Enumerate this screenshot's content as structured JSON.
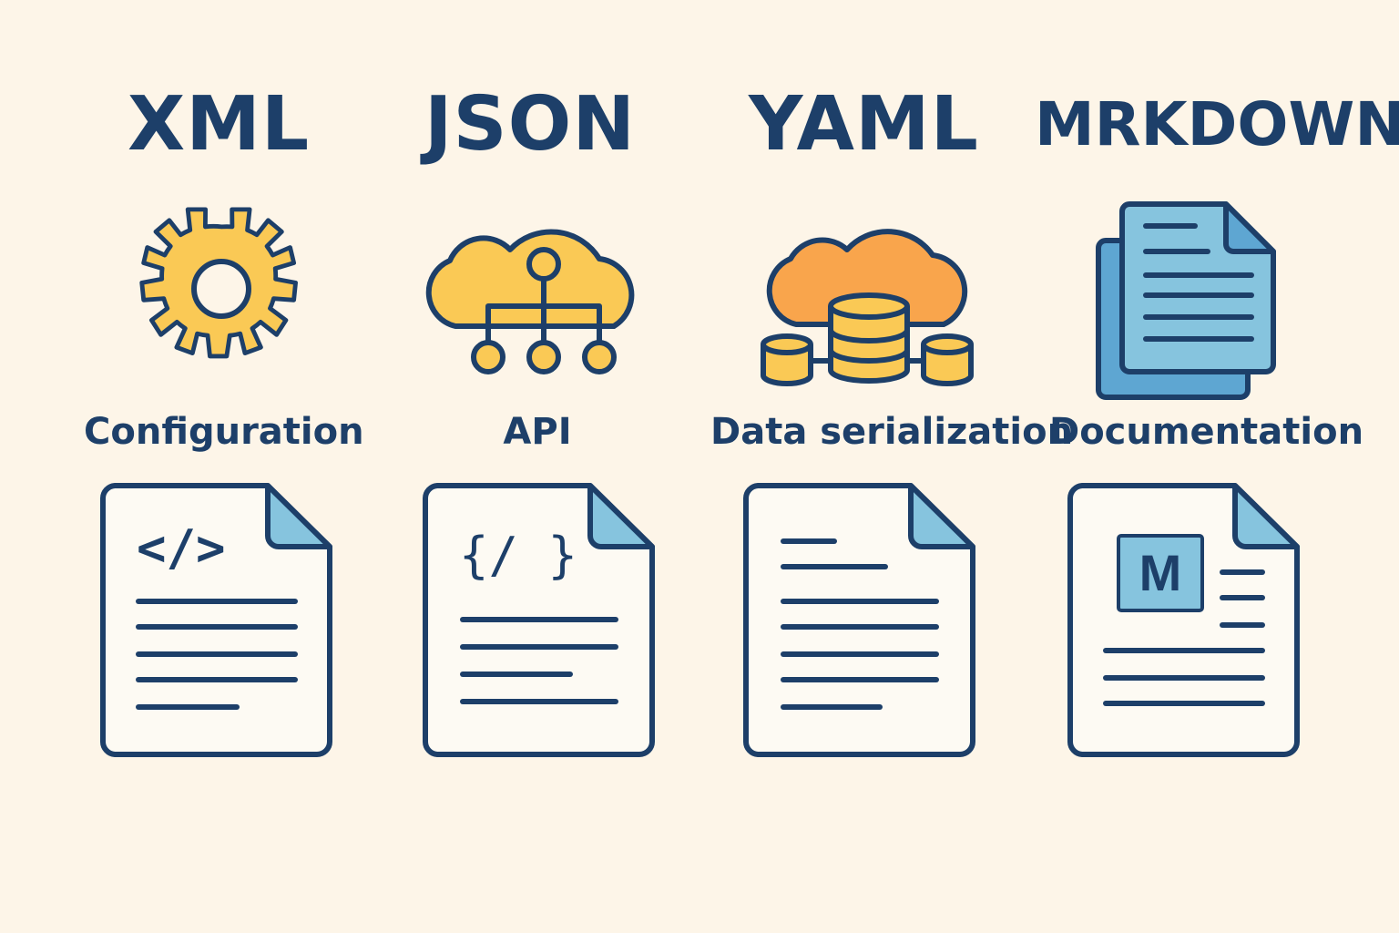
{
  "colors": {
    "background": "#fdf5e8",
    "ink": "#1d3f69",
    "yellow": "#fac955",
    "orange": "#f9a54c",
    "light_blue": "#86c4de",
    "mid_blue": "#5ea6d2",
    "paper": "#fdfaf3"
  },
  "columns": [
    {
      "format": "XML",
      "use": "Configuration",
      "icon": "gear-icon",
      "doc_icon": "xml-file-icon",
      "doc_glyph": "</>"
    },
    {
      "format": "JSON",
      "use": "API",
      "icon": "cloud-network-icon",
      "doc_icon": "json-file-icon",
      "doc_glyph": "{/ }"
    },
    {
      "format": "YAML",
      "use": "Data serialization",
      "icon": "cloud-database-icon",
      "doc_icon": "yaml-file-icon",
      "doc_glyph": ""
    },
    {
      "format": "MRKDOWN",
      "use": "Documentation",
      "icon": "stacked-documents-icon",
      "doc_icon": "markdown-file-icon",
      "doc_glyph": "M"
    }
  ]
}
